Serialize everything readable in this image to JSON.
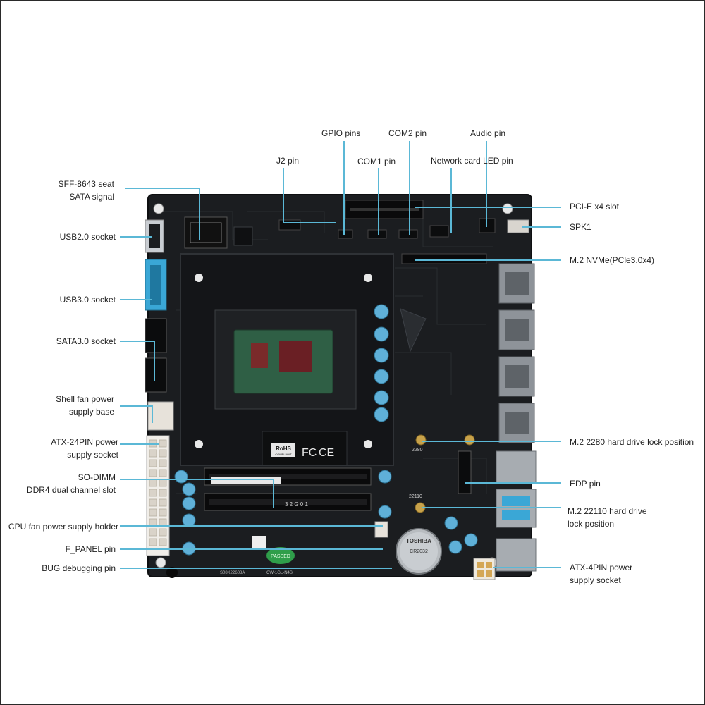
{
  "diagram": {
    "colors": {
      "leader": "#5bb8d6",
      "board": "#1b1d20",
      "board_edge": "#0e0f11",
      "pcb_trace": "#2a2d31",
      "label_text": "#222222",
      "usb3_blue": "#3aa7d6",
      "cpu_green": "#2f5f45",
      "cap_blue": "#5fb0d8",
      "gold": "#c8a24a"
    },
    "labels": {
      "gpio": "GPIO pins",
      "com2": "COM2 pin",
      "audio": "Audio pin",
      "j2": "J2 pin",
      "com1": "COM1 pin",
      "netled": "Network card LED pin",
      "sff_line1": "SFF-8643 seat",
      "sff_line2": "SATA signal",
      "usb2": "USB2.0 socket",
      "usb3": "USB3.0 socket",
      "sata3": "SATA3.0 socket",
      "shellfan_line1": "Shell fan power",
      "shellfan_line2": "supply base",
      "atx24_line1": "ATX-24PIN power",
      "atx24_line2": "supply socket",
      "sodimm_line1": "SO-DIMM",
      "sodimm_line2": "DDR4 dual channel slot",
      "cpufan": "CPU fan power supply holder",
      "fpanel": "F_PANEL pin",
      "bug": "BUG debugging pin",
      "pcie": "PCI-E x4 slot",
      "spk": "SPK1",
      "m2nvme": "M.2 NVMe(PCle3.0x4)",
      "m2_2280": "M.2 2280 hard drive lock position",
      "edp": "EDP pin",
      "m2_22110_line1": "M.2 22110 hard drive",
      "m2_22110_line2": "lock position",
      "atx4_line1": "ATX-4PIN power",
      "atx4_line2": "supply socket"
    },
    "board_print": {
      "rohs": "RoHS",
      "rohs_sub": "COMPLIANT",
      "fc": "FC",
      "ce": "CE",
      "passed": "PASSED",
      "toshiba": "TOSHIBA",
      "battery": "CR2032",
      "label_2280": "2280",
      "label_22110": "22110",
      "model": "CW-1GL-N4S",
      "serial": "S08K22608A",
      "slot_text_1": "3 2 G 0 1"
    }
  }
}
